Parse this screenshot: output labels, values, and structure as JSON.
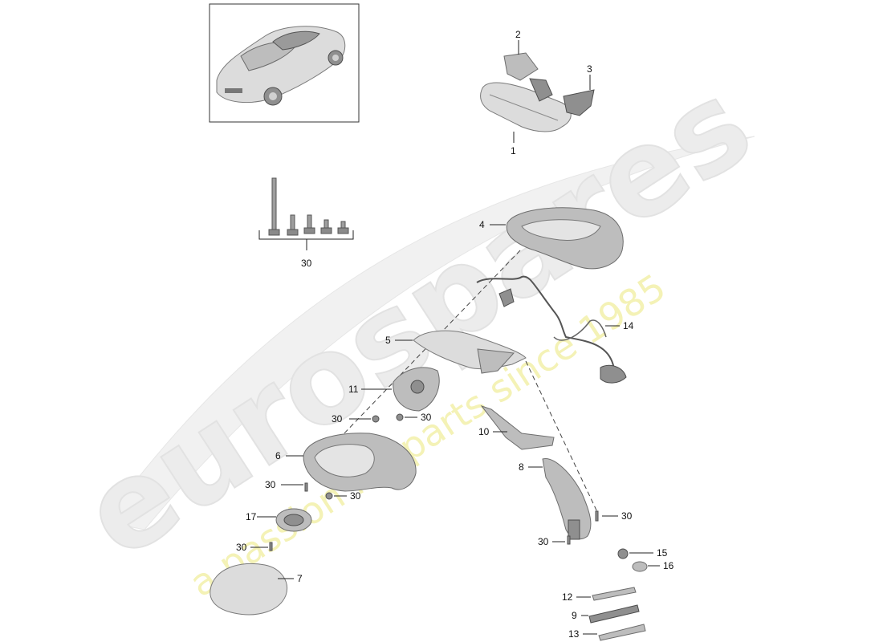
{
  "watermark": {
    "brand": "eurospares",
    "tagline": "a passion for parts since 1985"
  },
  "callouts": {
    "c1": "1",
    "c2": "2",
    "c3": "3",
    "c4": "4",
    "c5": "5",
    "c6": "6",
    "c7": "7",
    "c8": "8",
    "c9": "9",
    "c10": "10",
    "c11": "11",
    "c12": "12",
    "c13": "13",
    "c14": "14",
    "c15": "15",
    "c16": "16",
    "c17": "17",
    "c30_bolts": "30",
    "c30_a": "30",
    "c30_b": "30",
    "c30_c": "30",
    "c30_d": "30",
    "c30_e": "30",
    "c30_f": "30",
    "c30_g": "30"
  },
  "colors": {
    "background": "#ffffff",
    "watermark_gray": "#ececec",
    "watermark_yellow": "#f4f2b6",
    "line": "#222222"
  }
}
